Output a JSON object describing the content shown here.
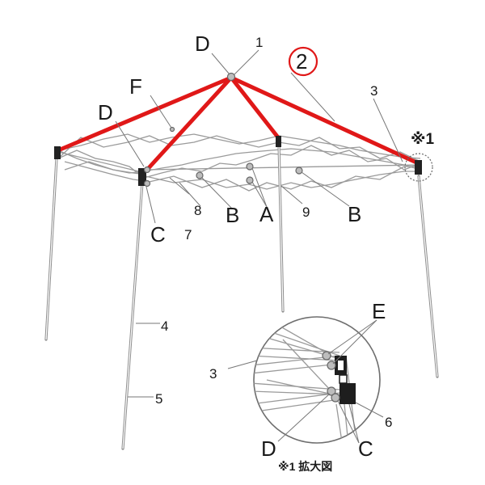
{
  "labels": {
    "d_top": "D",
    "n1": "1",
    "n2": "2",
    "n3_top": "3",
    "f": "F",
    "d_left": "D",
    "c_left": "C",
    "n8": "8",
    "b_left": "B",
    "a": "A",
    "n9": "9",
    "b_right": "B",
    "n7": "7",
    "n4": "4",
    "n5": "5",
    "mark1": "※1",
    "e": "E",
    "n3_zoom": "3",
    "n6": "6",
    "d_zoom": "D",
    "c_zoom": "C",
    "zoom_caption": "※1 拡大図"
  },
  "colors": {
    "highlight": "#e01818",
    "frame": "#9a9a9a"
  }
}
